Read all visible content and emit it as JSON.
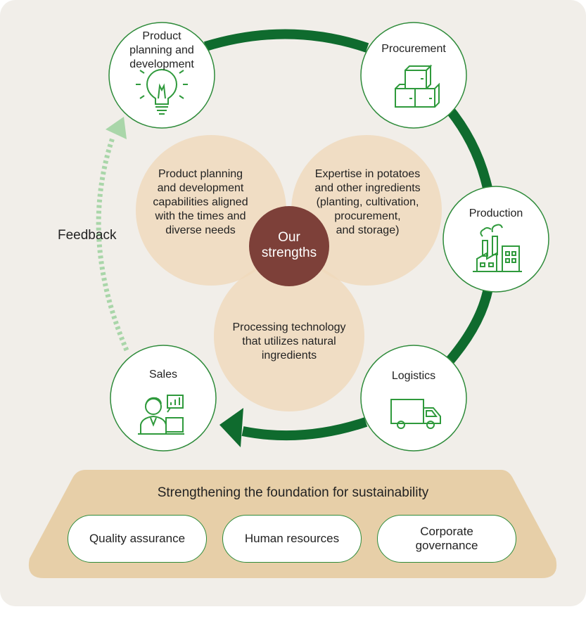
{
  "cycle": {
    "planning": "Product\nplanning and\ndevelopment",
    "procurement": "Procurement",
    "production": "Production",
    "logistics": "Logistics",
    "sales": "Sales",
    "feedback": "Feedback"
  },
  "strengths": {
    "center": "Our\nstrengths",
    "planning": "Product planning\nand development\ncapabilities aligned\nwith the times and\ndiverse needs",
    "ingredients": "Expertise in potatoes\nand other ingredients\n(planting, cultivation,\nprocurement,\nand storage)",
    "processing": "Processing technology\nthat utilizes natural\ningredients"
  },
  "foundation": {
    "title": "Strengthening the foundation for sustainability",
    "items": [
      "Quality assurance",
      "Human resources",
      "Corporate\ngovernance"
    ]
  },
  "icons": {
    "planning": "lightbulb-icon",
    "procurement": "boxes-icon",
    "production": "factory-icon",
    "logistics": "truck-icon",
    "sales": "salesperson-icon"
  },
  "colors": {
    "green": "#0f6b2e",
    "light_green": "#a9d6a9",
    "circle_fill": "#efd9bc",
    "center": "#7d4039",
    "foundation": "#e7cfa8",
    "icon": "#2f9a3c"
  }
}
